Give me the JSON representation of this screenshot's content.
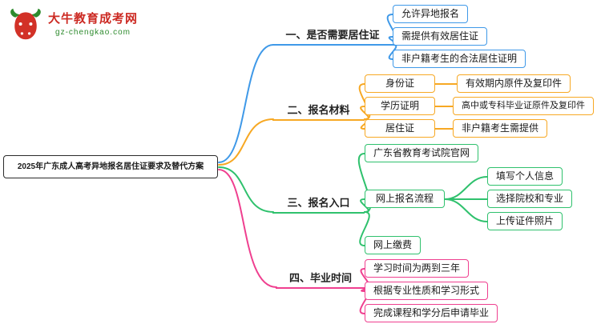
{
  "logo": {
    "title": "大牛教育成考网",
    "subtitle": "gz-chengkao.com",
    "brand_red": "#cc2a23",
    "brand_green": "#2e8b2e"
  },
  "root": {
    "label": "2025年广东成人高考异地报名居住证要求及替代方案"
  },
  "colors": {
    "branch1": "#3f99e8",
    "branch2": "#f7a823",
    "branch3": "#2fc16d",
    "branch4": "#ef3f8f"
  },
  "branches": [
    {
      "label": "一、是否需要居住证",
      "children": [
        {
          "label": "允许异地报名"
        },
        {
          "label": "需提供有效居住证"
        },
        {
          "label": "非户籍考生的合法居住证明"
        }
      ]
    },
    {
      "label": "二、报名材料",
      "children": [
        {
          "label": "身份证",
          "children": [
            {
              "label": "有效期内原件及复印件"
            }
          ]
        },
        {
          "label": "学历证明",
          "children": [
            {
              "label": "高中或专科毕业证原件及复印件"
            }
          ]
        },
        {
          "label": "居住证",
          "children": [
            {
              "label": "非户籍考生需提供"
            }
          ]
        }
      ]
    },
    {
      "label": "三、报名入口",
      "children": [
        {
          "label": "广东省教育考试院官网"
        },
        {
          "label": "网上报名流程",
          "children": [
            {
              "label": "填写个人信息"
            },
            {
              "label": "选择院校和专业"
            },
            {
              "label": "上传证件照片"
            }
          ]
        },
        {
          "label": "网上缴费"
        }
      ]
    },
    {
      "label": "四、毕业时间",
      "children": [
        {
          "label": "学习时间为两到三年"
        },
        {
          "label": "根据专业性质和学习形式"
        },
        {
          "label": "完成课程和学分后申请毕业"
        }
      ]
    }
  ]
}
